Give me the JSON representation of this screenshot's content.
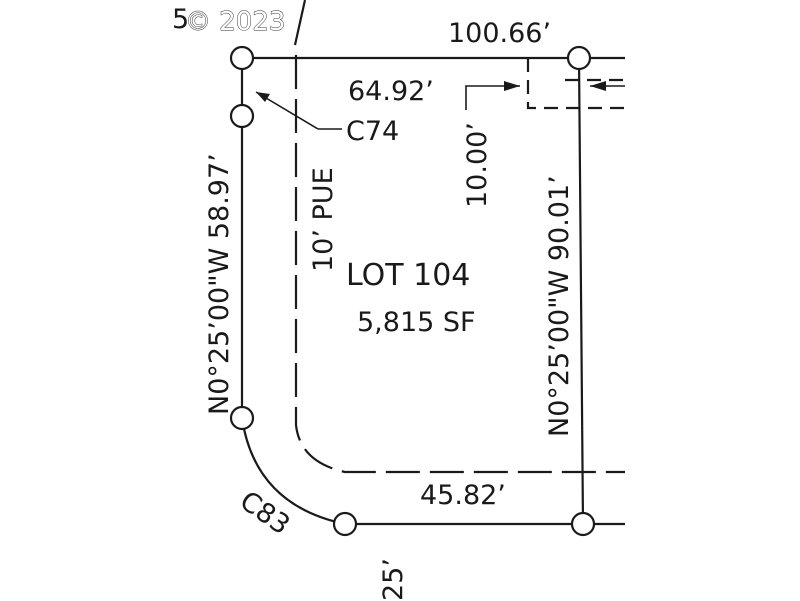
{
  "watermark": "© 2023",
  "lot": {
    "title": "LOT 104",
    "area": "5,815 SF"
  },
  "dimensions": {
    "north_distance": "100.66’",
    "north_inner_distance": "64.92’",
    "pue_offset": "10.00’",
    "west_bearing": "N0°25’00\"W 58.97’",
    "east_bearing": "N0°25’00\"W 90.01’",
    "south_distance": "45.82’"
  },
  "easement": {
    "label": "10’ PUE"
  },
  "curves": {
    "c74": "C74",
    "c83": "C83"
  },
  "cropped_labels": {
    "top_left": "5",
    "bottom": "25’"
  }
}
